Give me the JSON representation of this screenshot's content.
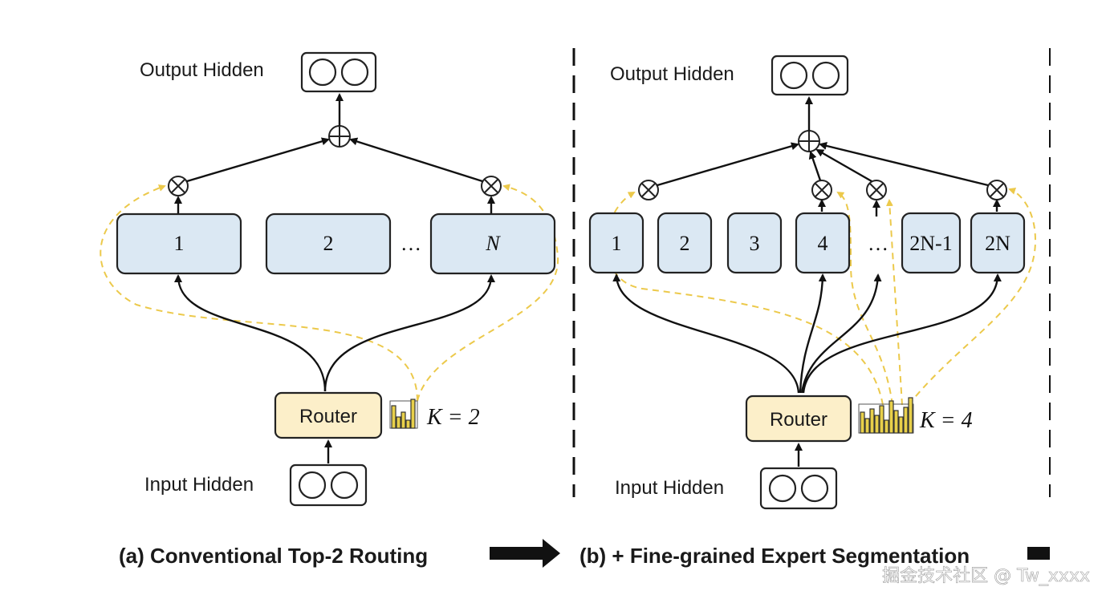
{
  "panel_a": {
    "output_label": "Output Hidden",
    "input_label": "Input Hidden",
    "router_label": "Router",
    "experts": [
      "1",
      "2",
      "…",
      "N"
    ],
    "k_label": "K = 2",
    "caption": "(a) Conventional Top-2 Routing"
  },
  "panel_b": {
    "output_label": "Output Hidden",
    "input_label": "Input Hidden",
    "router_label": "Router",
    "experts": [
      "1",
      "2",
      "3",
      "4",
      "…",
      "2N-1",
      "2N"
    ],
    "k_label": "K = 4",
    "caption": "(b) + Fine-grained Expert Segmentation"
  },
  "watermark": "掘金技术社区 @ Tw_xxxx",
  "colors": {
    "expert_fill": "#dbe8f3",
    "router_fill": "#fcefc9",
    "dashed_route": "#ecc94b"
  }
}
